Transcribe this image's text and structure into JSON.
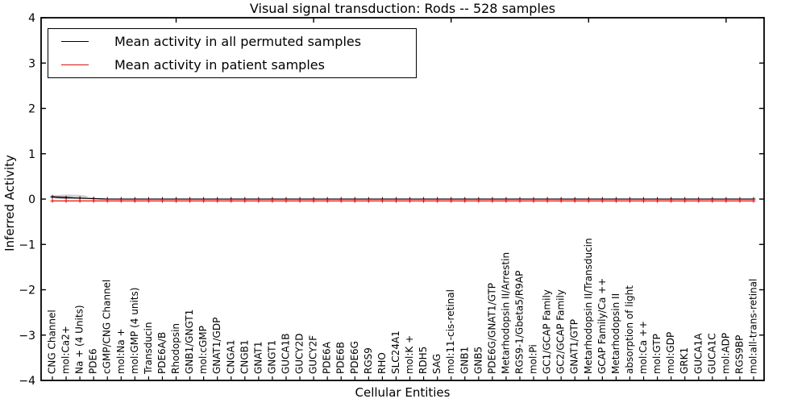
{
  "figure": {
    "title": "Visual signal transduction: Rods -- 528 samples",
    "xlabel": "Cellular Entities",
    "ylabel": "Inferred Activity"
  },
  "legend": {
    "items": [
      {
        "label": "Mean activity in all permuted samples",
        "color": "#000000"
      },
      {
        "label": "Mean activity in patient samples",
        "color": "#ff0000"
      }
    ],
    "position": "upper left"
  },
  "axes": {
    "y_tick_labels": [
      "4",
      "3",
      "2",
      "1",
      "0",
      "−1",
      "−2",
      "−3",
      "−4"
    ],
    "y_tick_values": [
      4,
      3,
      2,
      1,
      0,
      -1,
      -2,
      -3,
      -4
    ]
  },
  "chart_data": {
    "type": "line",
    "title": "Visual signal transduction: Rods -- 528 samples",
    "xlabel": "Cellular Entities",
    "ylabel": "Inferred Activity",
    "ylim": [
      -4,
      4
    ],
    "grid": false,
    "legend_position": "upper left",
    "categories": [
      "CNG Channel",
      "mol:Ca2+",
      "Na + (4 Units)",
      "PDE6",
      "cGMP/CNG Channel",
      "mol:Na +",
      "mol:GMP (4 units)",
      "Transducin",
      "PDE6A/B",
      "Rhodopsin",
      "GNB1/GNGT1",
      "mol:cGMP",
      "GNAT1/GDP",
      "CNGA1",
      "CNGB1",
      "GNAT1",
      "GNGT1",
      "GUCA1B",
      "GUCY2D",
      "GUCY2F",
      "PDE6A",
      "PDE6B",
      "PDE6G",
      "RGS9",
      "RHO",
      "SLC24A1",
      "mol:K +",
      "RDH5",
      "SAG",
      "mol:11-cis-retinal",
      "GNB1",
      "GNB5",
      "PDE6G/GNAT1/GTP",
      "Metarhodopsin II/Arrestin",
      "RGS9-1/Gbeta5/R9AP",
      "mol:Pi",
      "GC1/GCAP Family",
      "GC2/GCAP Family",
      "GNAT1/GTP",
      "Metarhodopsin II/Transducin",
      "GCAP Family/Ca ++",
      "Metarhodopsin II",
      "absorption of light",
      "mol:Ca ++",
      "mol:GTP",
      "mol:GDP",
      "GRK1",
      "GUCA1A",
      "GUCA1C",
      "mol:ADP",
      "RGS9BP",
      "mol:all-trans-retinal"
    ],
    "series": [
      {
        "name": "Mean activity in all permuted samples",
        "color": "#000000",
        "values": [
          0.05,
          0.03,
          0.02,
          0.01,
          0,
          0,
          0,
          0,
          0,
          0,
          0,
          0,
          0,
          0,
          0,
          0,
          0,
          0,
          0,
          0,
          0,
          0,
          0,
          0,
          0,
          0,
          0,
          0,
          0,
          0,
          0,
          0,
          0,
          0,
          0,
          0,
          0,
          0,
          0,
          0,
          0,
          0,
          0,
          0,
          0,
          0,
          0,
          0,
          0,
          0,
          0,
          0
        ]
      },
      {
        "name": "Mean activity in patient samples",
        "color": "#ff0000",
        "values": [
          -0.04,
          -0.04,
          -0.04,
          -0.04,
          -0.04,
          -0.04,
          -0.04,
          -0.04,
          -0.04,
          -0.04,
          -0.04,
          -0.04,
          -0.04,
          -0.04,
          -0.04,
          -0.04,
          -0.04,
          -0.04,
          -0.04,
          -0.04,
          -0.04,
          -0.04,
          -0.04,
          -0.04,
          -0.04,
          -0.04,
          -0.04,
          -0.04,
          -0.04,
          -0.04,
          -0.04,
          -0.04,
          -0.04,
          -0.04,
          -0.04,
          -0.04,
          -0.04,
          -0.04,
          -0.04,
          -0.04,
          -0.04,
          -0.04,
          -0.04,
          -0.04,
          -0.04,
          -0.04,
          -0.04,
          -0.04,
          -0.04,
          -0.04,
          -0.04,
          -0.04
        ]
      }
    ]
  }
}
